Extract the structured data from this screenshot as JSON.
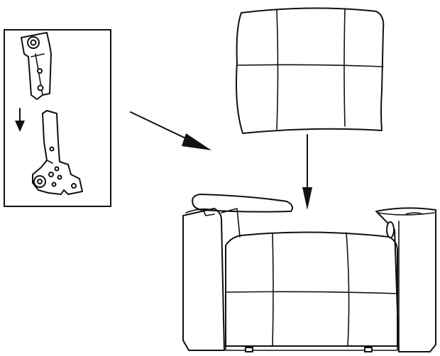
{
  "diagram": {
    "type": "assembly-instruction",
    "ink_color": "#111111",
    "background_color": "#ffffff",
    "parts": [
      {
        "id": "detail-inset",
        "icon": "bracket-detail"
      },
      {
        "id": "backrest-cushion",
        "icon": "seat-back"
      },
      {
        "id": "seat-base",
        "icon": "recliner-base"
      },
      {
        "id": "armrest-panel",
        "icon": "armrest-cap"
      }
    ],
    "arrows": [
      {
        "id": "inset-down-arrow",
        "direction": "down"
      },
      {
        "id": "inset-to-chair-arrow",
        "direction": "down-right"
      },
      {
        "id": "backrest-insert-arrow",
        "direction": "down"
      }
    ]
  }
}
